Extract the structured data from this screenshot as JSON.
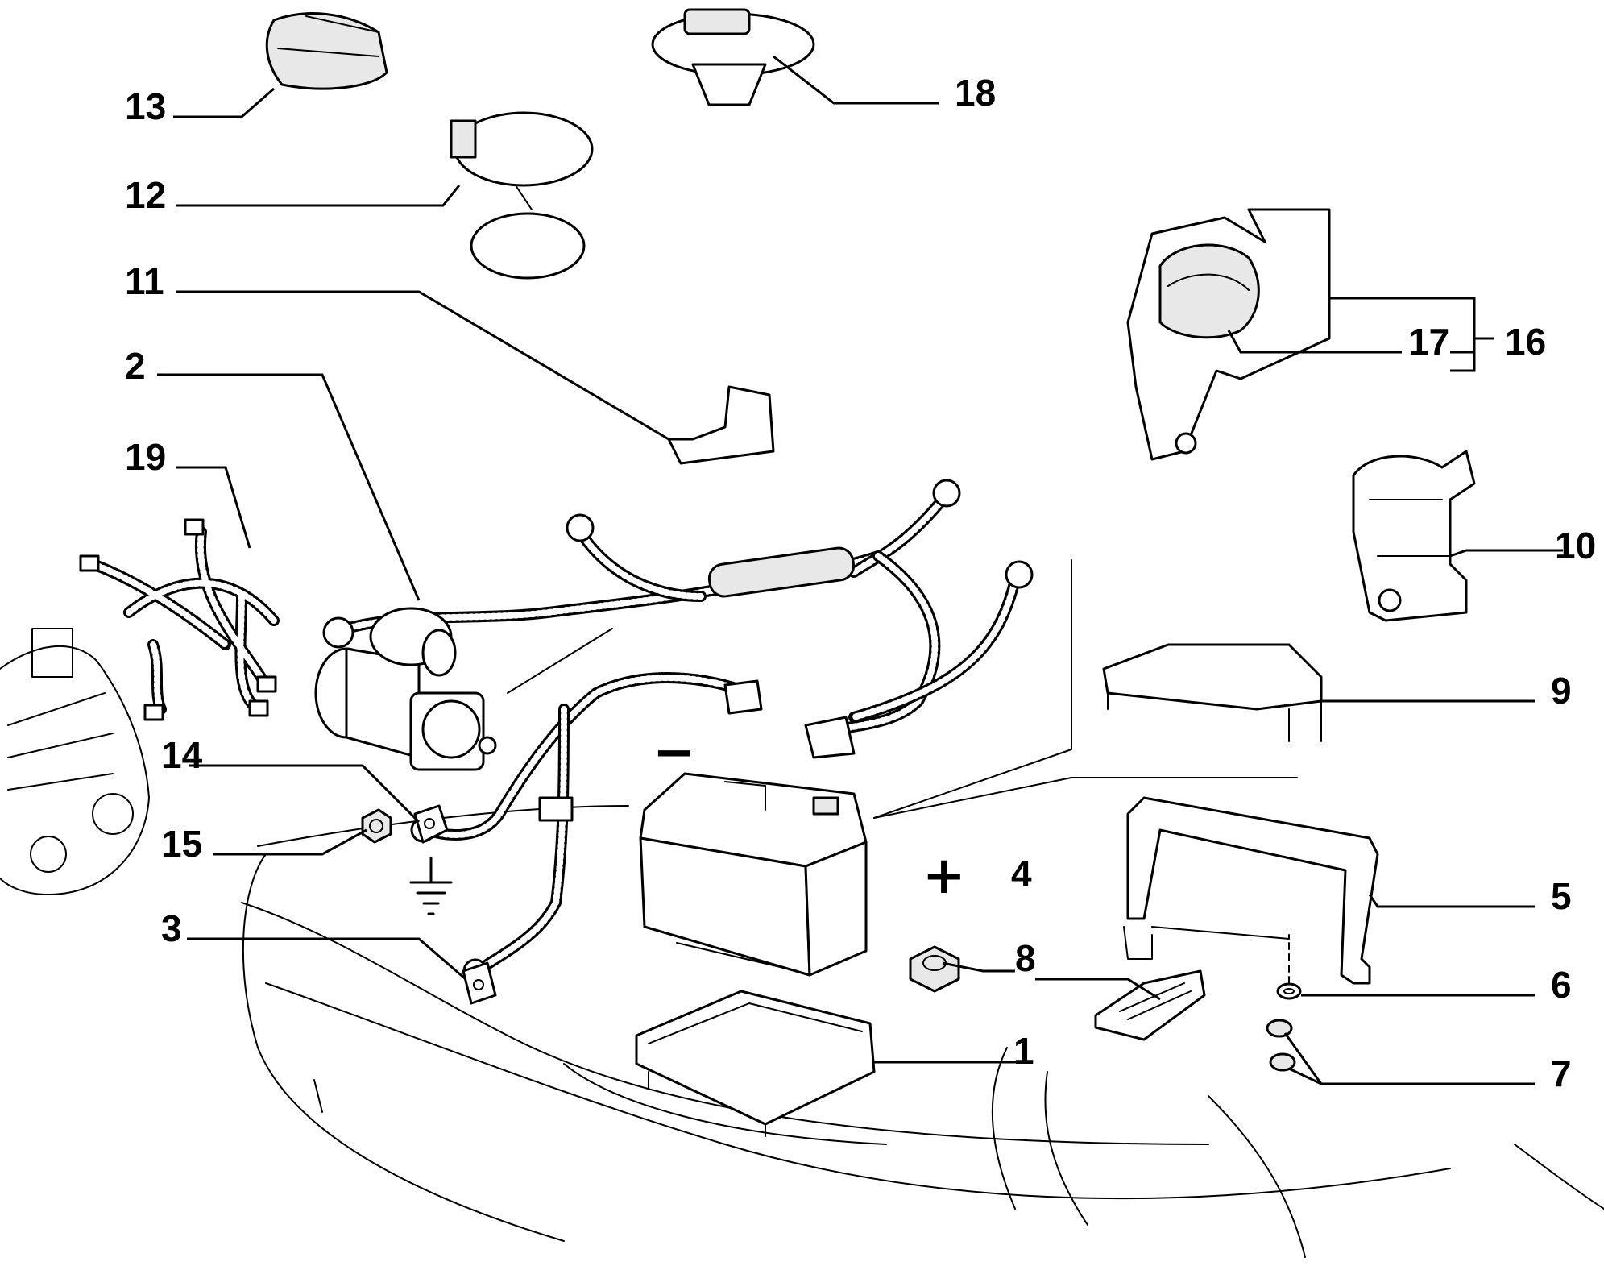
{
  "callouts": {
    "c1": "1",
    "c2": "2",
    "c3": "3",
    "c4": "4",
    "c5": "5",
    "c6": "6",
    "c7": "7",
    "c8": "8",
    "c9": "9",
    "c10": "10",
    "c11": "11",
    "c12": "12",
    "c13": "13",
    "c14": "14",
    "c15": "15",
    "c16": "16",
    "c17": "17",
    "c18": "18",
    "c19": "19"
  },
  "symbols": {
    "plus": "+",
    "minus": "−"
  },
  "colors": {
    "ink": "#000000",
    "paper": "#ffffff",
    "shade": "#e8e8e8"
  }
}
